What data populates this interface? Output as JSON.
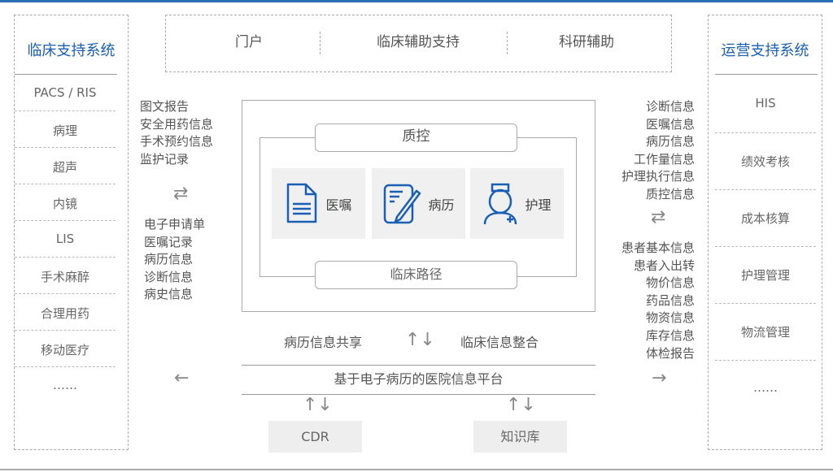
{
  "left_panel": {
    "title": "临床支持系统",
    "items": [
      "PACS / RIS",
      "病理",
      "超声",
      "内镜",
      "LIS",
      "手术麻醉",
      "合理用药",
      "移动医疗",
      "……"
    ]
  },
  "right_panel": {
    "title": "运营支持系统",
    "items": [
      "HIS",
      "绩效考核",
      "成本核算",
      "护理管理",
      "物流管理",
      "……"
    ]
  },
  "top_bar": {
    "items": [
      "门户",
      "临床辅助支持",
      "科研辅助"
    ]
  },
  "left_flow": {
    "out": [
      "图文报告",
      "安全用药信息",
      "手术预约信息",
      "监护记录"
    ],
    "in": [
      "电子申请单",
      "医嘱记录",
      "病历信息",
      "诊断信息",
      "病史信息"
    ]
  },
  "right_flow": {
    "out": [
      "诊断信息",
      "医嘱信息",
      "病历信息",
      "工作量信息",
      "护理执行信息",
      "质控信息"
    ],
    "in": [
      "患者基本信息",
      "患者入出转",
      "物价信息",
      "药品信息",
      "物资信息",
      "库存信息",
      "体检报告"
    ]
  },
  "core": {
    "top": "质控",
    "bottom": "临床路径",
    "tiles": [
      {
        "label": "医嘱",
        "icon": "document-icon"
      },
      {
        "label": "病历",
        "icon": "record-pen-icon"
      },
      {
        "label": "护理",
        "icon": "nurse-icon"
      }
    ]
  },
  "exchange": {
    "left": "病历信息共享",
    "right": "临床信息整合"
  },
  "platform": "基于电子病历的医院信息平台",
  "stores": [
    "CDR",
    "知识库"
  ],
  "colors": {
    "accent": "#1a5fb4",
    "line": "#aaaaaa",
    "tile": "#f0f0f0"
  }
}
